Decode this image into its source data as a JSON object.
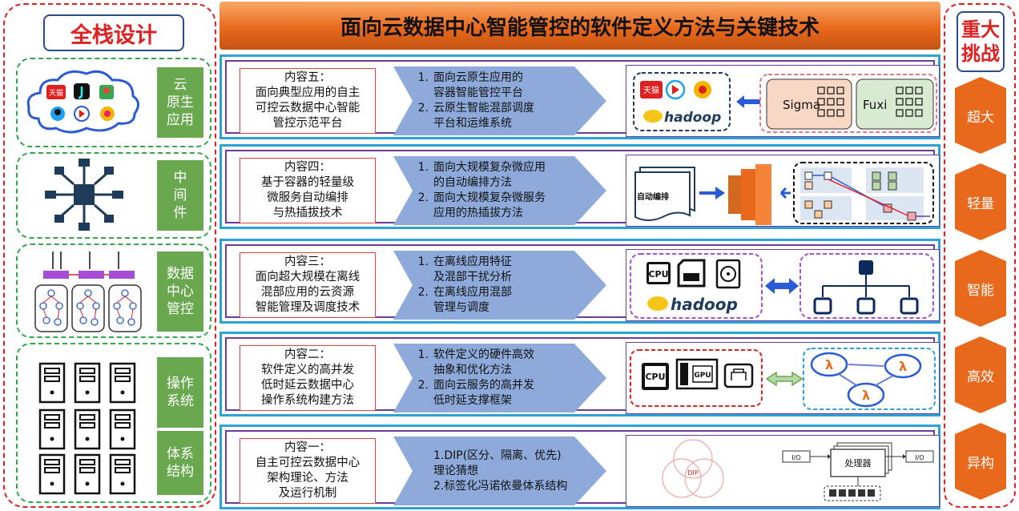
{
  "header": {
    "title": "面向云数据中心智能管控的软件定义方法与关键技术"
  },
  "left": {
    "title": "全栈设计",
    "layers": [
      {
        "label": "云\n原生\n应用"
      },
      {
        "label": "中\n间\n件"
      },
      {
        "label": "数据\n中心\n管控"
      },
      {
        "label": "操作\n系统"
      },
      {
        "label": "体系\n结构"
      }
    ],
    "app_icons": [
      "天猫"
    ]
  },
  "right": {
    "title": "重大\n挑战",
    "challenges": [
      "超大",
      "轻量",
      "智能",
      "高效",
      "异构"
    ]
  },
  "rows": [
    {
      "title": "内容五：\n面向典型应用的自主\n可控云数据中心智能\n管控示范平台",
      "items": [
        {
          "num": "1.",
          "text": "面向云原生应用的\n容器智能管控平台"
        },
        {
          "num": "2.",
          "text": "云原生智能混部调度\n平台和运维系统"
        }
      ],
      "illus": {
        "logo_tmall": "天猫",
        "hadoop": "hadoop",
        "sigma": "Sigma",
        "fuxi": "Fuxi"
      }
    },
    {
      "title": "内容四：\n基于容器的轻量级\n微服务自动编排\n与热插拔技术",
      "items": [
        {
          "num": "1.",
          "text": "面向大规模复杂微应用\n的自动编排方法"
        },
        {
          "num": "2.",
          "text": "面向大规模复杂微服务\n应用的热插拔方法"
        }
      ],
      "illus": {
        "doc_label": "自动编排"
      }
    },
    {
      "title": "内容三：\n面向超大规模在离线\n混部应用的云资源\n智能管理及调度技术",
      "items": [
        {
          "num": "1.",
          "text": "在离线应用特征\n及混部干扰分析"
        },
        {
          "num": "2.",
          "text": "在离线应用混部\n管理与调度"
        }
      ],
      "illus": {
        "cpu": "CPU",
        "hadoop": "hadoop"
      }
    },
    {
      "title": "内容二：\n软件定义的高并发\n低时延云数据中心\n操作系统构建方法",
      "items": [
        {
          "num": "1.",
          "text": "软件定义的硬件高效\n抽象和优化方法"
        },
        {
          "num": "2.",
          "text": "面向云服务的高并发\n低时延支撑框架"
        }
      ],
      "illus": {
        "cpu": "CPU",
        "gpu": "GPU",
        "lambda": "λ"
      }
    },
    {
      "title": "内容一：\n自主可控云数据中心\n架构理论、方法\n及运行机制",
      "items": [
        {
          "num": "",
          "text": "1.DIP(区分、隔离、优先)\n  理论猜想"
        },
        {
          "num": "",
          "text": "2.标签化冯诺依曼体系结构"
        }
      ],
      "illus": {
        "dip": "DIP",
        "io_left": "I/O",
        "io_right": "I/O",
        "processor": "处理器"
      }
    }
  ],
  "colors": {
    "accent_red": "#e02020",
    "green": "#6aa84f",
    "orange": "#e8691c",
    "blue_border": "#2ca2d8",
    "purple": "#6a3d9a",
    "arrow_fill": "#8eaadb"
  }
}
